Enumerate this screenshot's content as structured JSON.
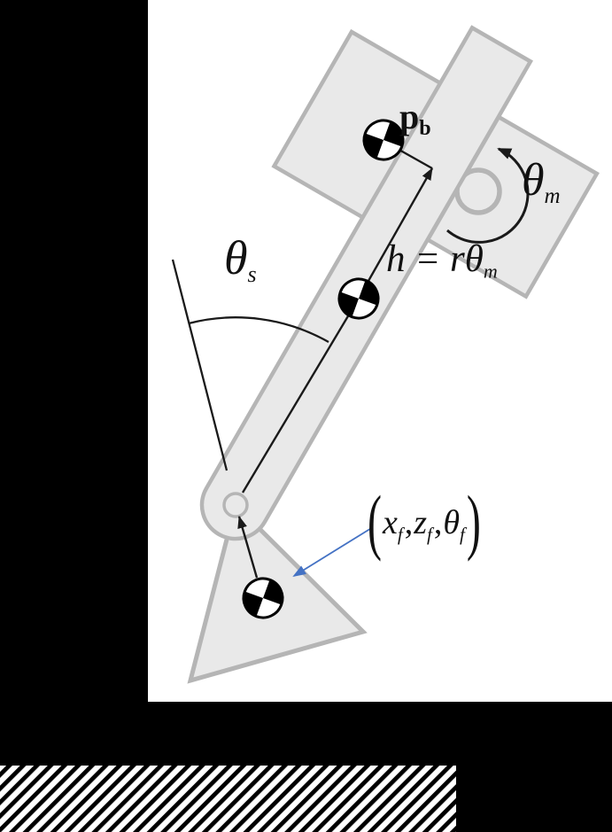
{
  "figure": {
    "type": "robot-leg-schematic",
    "colors": {
      "background": "#000000",
      "panel": "#ffffff",
      "plate_fill": "#e9e9e9",
      "plate_stroke": "#b5b5b5",
      "annotation_line": "#1a1a1a",
      "pointer_blue": "#4472c4",
      "hatch_stripe": "#000000"
    },
    "labels": {
      "body_position": {
        "main": "p",
        "sub": "b"
      },
      "motor_angle": {
        "main": "θ",
        "sub": "m"
      },
      "leg_extension": {
        "main": "h = rθ",
        "sub": "m"
      },
      "leg_angle": {
        "main": "θ",
        "sub": "s"
      },
      "foot_pose": {
        "open": "(",
        "x": "x",
        "x_sub": "f",
        "comma_1": ",",
        "z": "z",
        "z_sub": "f",
        "comma_2": ",",
        "theta": "θ",
        "theta_sub": "f",
        "close": ")"
      }
    },
    "icons": {
      "com_symbols": [
        "body-com",
        "leg-com",
        "foot-com"
      ],
      "ground": "hatched-ground"
    }
  }
}
